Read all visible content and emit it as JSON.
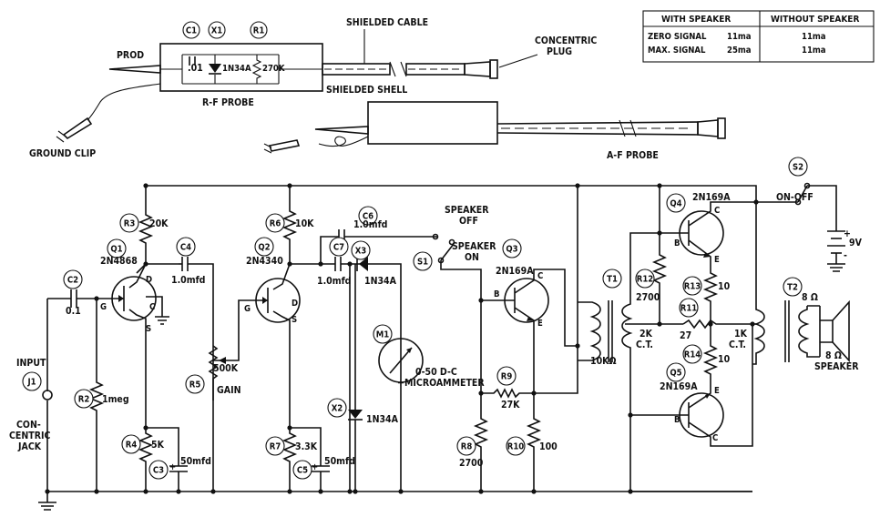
{
  "table": {
    "header_with": "WITH SPEAKER",
    "header_without": "WITHOUT SPEAKER",
    "rows": [
      {
        "label": "ZERO SIGNAL",
        "with": "11ma",
        "without": "11ma"
      },
      {
        "label": "MAX. SIGNAL",
        "with": "25ma",
        "without": "11ma"
      }
    ]
  },
  "probes": {
    "prod": "PROD",
    "shielded_cable": "SHIELDED CABLE",
    "shielded_shell": "SHIELDED SHELL",
    "concentric_plug_1": "CONCENTRIC",
    "concentric_plug_2": "PLUG",
    "rf_probe": "R-F PROBE",
    "ground_clip": "GROUND CLIP",
    "af_probe": "A-F PROBE",
    "c1_value": ".01",
    "x1_value": "1N34A",
    "r1_value": "270K"
  },
  "refs": {
    "C1": "C1",
    "X1": "X1",
    "R1": "R1",
    "C2": "C2",
    "C3": "C3",
    "C4": "C4",
    "C5": "C5",
    "C6": "C6",
    "C7": "C7",
    "Q1": "Q1",
    "Q2": "Q2",
    "Q3": "Q3",
    "Q4": "Q4",
    "Q5": "Q5",
    "R2": "R2",
    "R3": "R3",
    "R4": "R4",
    "R5": "R5",
    "R6": "R6",
    "R7": "R7",
    "R8": "R8",
    "R9": "R9",
    "R10": "R10",
    "R11": "R11",
    "R12": "R12",
    "R13": "R13",
    "R14": "R14",
    "X2": "X2",
    "X3": "X3",
    "M1": "M1",
    "S1": "S1",
    "S2": "S2",
    "T1": "T1",
    "T2": "T2",
    "J1": "J1"
  },
  "values": {
    "c2": "0.1",
    "q1": "2N4868",
    "r3": "20K",
    "c4": "1.0mfd",
    "r2": "1meg",
    "r4": "5K",
    "c3": "50mfd",
    "r5": "500K",
    "r5_name": "GAIN",
    "q2": "2N4340",
    "r6": "10K",
    "r7": "3.3K",
    "c5": "50mfd",
    "c6": "1.0mfd",
    "c7": "1.0mfd",
    "x3": "1N34A",
    "x2": "1N34A",
    "m1_1": "0-50 D-C",
    "m1_2": "MICROAMMETER",
    "speaker_off_1": "SPEAKER",
    "speaker_off_2": "OFF",
    "speaker_on_1": "SPEAKER",
    "speaker_on_2": "ON",
    "q3": "2N169A",
    "r9": "27K",
    "r8": "2700",
    "r10": "100",
    "t1": "10KΩ",
    "t1_ct_1": "2K",
    "t1_ct_2": "C.T.",
    "q4": "2N169A",
    "q5": "2N169A",
    "r12": "2700",
    "r11": "27",
    "r13": "10",
    "r14": "10",
    "s2": "ON-OFF",
    "battery": "9V",
    "t2_ct_1": "1K",
    "t2_ct_2": "C.T.",
    "t2_ohm": "8 Ω",
    "spk_ohm": "8 Ω",
    "speaker": "SPEAKER",
    "input": "INPUT",
    "jack_1": "CON-",
    "jack_2": "CENTRIC",
    "jack_3": "JACK"
  },
  "pins": {
    "g": "G",
    "d": "D",
    "s": "S",
    "c": "C",
    "b": "B",
    "e": "E",
    "plus": "+",
    "minus": "-"
  }
}
